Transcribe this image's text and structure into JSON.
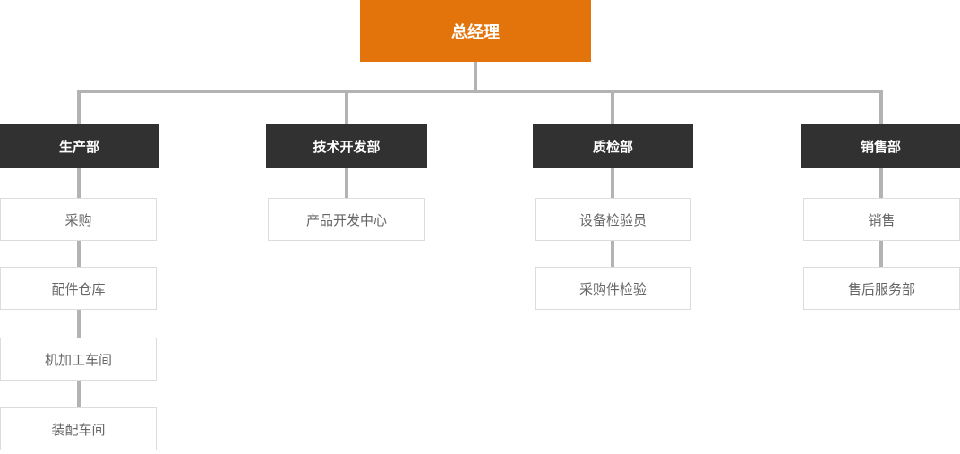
{
  "org": {
    "root": {
      "label": "总经理"
    },
    "departments": [
      {
        "label": "生产部",
        "children": [
          {
            "label": "采购"
          },
          {
            "label": "配件仓库"
          },
          {
            "label": "机加工车间"
          },
          {
            "label": "装配车间"
          }
        ]
      },
      {
        "label": "技术开发部",
        "children": [
          {
            "label": "产品开发中心"
          }
        ]
      },
      {
        "label": "质检部",
        "children": [
          {
            "label": "设备检验员"
          },
          {
            "label": "采购件检验"
          }
        ]
      },
      {
        "label": "销售部",
        "children": [
          {
            "label": "销售"
          },
          {
            "label": "售后服务部"
          }
        ]
      }
    ],
    "colors": {
      "root_bg": "#E2740B",
      "department_bg": "#313131",
      "connector": "#B3B3B3",
      "child_border": "#DCDCDC",
      "child_text": "#666666",
      "node_text": "#FFFFFF"
    }
  }
}
